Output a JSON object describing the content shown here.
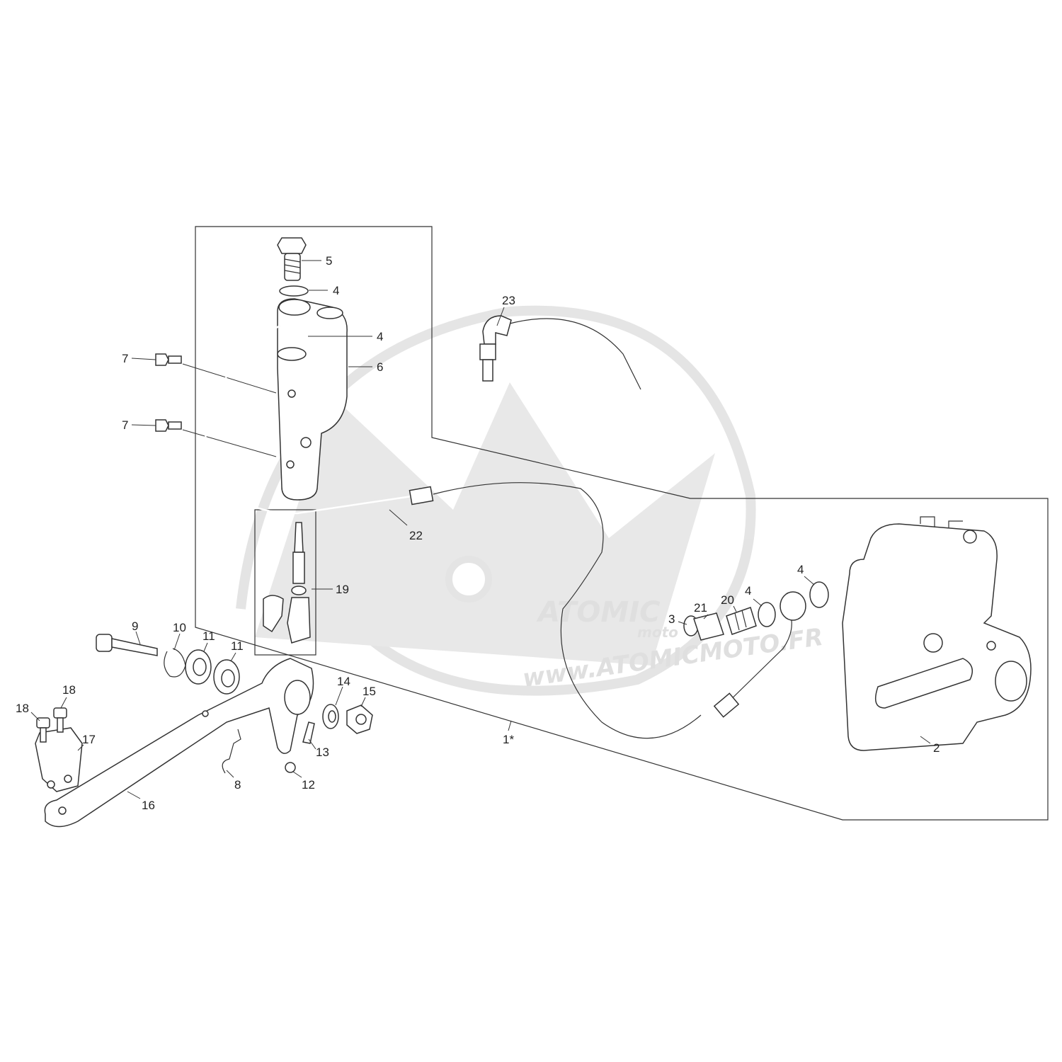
{
  "watermark": {
    "brand": "ATOMIC",
    "brand_sub": "moto",
    "url": "www.ATOMICMOTO.FR"
  },
  "callouts": [
    {
      "id": "c5",
      "text": "5"
    },
    {
      "id": "c4a",
      "text": "4"
    },
    {
      "id": "c4b",
      "text": "4"
    },
    {
      "id": "c6",
      "text": "6"
    },
    {
      "id": "c7a",
      "text": "7"
    },
    {
      "id": "c7b",
      "text": "7"
    },
    {
      "id": "c23",
      "text": "23"
    },
    {
      "id": "c22",
      "text": "22"
    },
    {
      "id": "c19",
      "text": "19"
    },
    {
      "id": "c9",
      "text": "9"
    },
    {
      "id": "c10",
      "text": "10"
    },
    {
      "id": "c11a",
      "text": "11"
    },
    {
      "id": "c11b",
      "text": "11"
    },
    {
      "id": "c18a",
      "text": "18"
    },
    {
      "id": "c18b",
      "text": "18"
    },
    {
      "id": "c17",
      "text": "17"
    },
    {
      "id": "c14",
      "text": "14"
    },
    {
      "id": "c15",
      "text": "15"
    },
    {
      "id": "c13",
      "text": "13"
    },
    {
      "id": "c12",
      "text": "12"
    },
    {
      "id": "c8",
      "text": "8"
    },
    {
      "id": "c16",
      "text": "16"
    },
    {
      "id": "c1",
      "text": "1*"
    },
    {
      "id": "c3",
      "text": "3"
    },
    {
      "id": "c21",
      "text": "21"
    },
    {
      "id": "c20",
      "text": "20"
    },
    {
      "id": "c4c",
      "text": "4"
    },
    {
      "id": "c4d",
      "text": "4"
    },
    {
      "id": "c2",
      "text": "2"
    }
  ]
}
